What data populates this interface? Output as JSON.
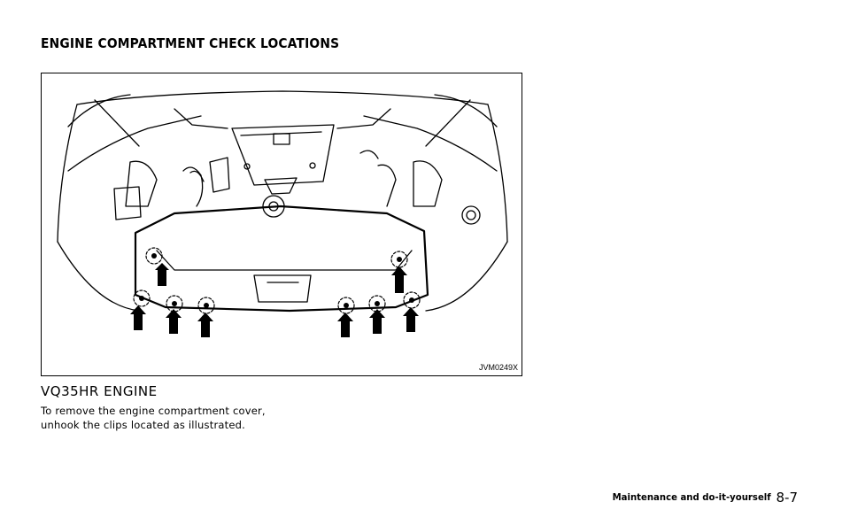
{
  "page": {
    "section_title": "ENGINE COMPARTMENT CHECK LOCATIONS",
    "figure_code": "JVM0249X",
    "subheading": "VQ35HR ENGINE",
    "body_lines": [
      "To remove the engine compartment cover,",
      "unhook the clips located as illustrated."
    ]
  },
  "footer": {
    "section": "Maintenance and do-it-yourself",
    "page_number": "8-7"
  },
  "figure": {
    "description_icon": "engine-compartment-illustration",
    "clip_count": 8
  }
}
